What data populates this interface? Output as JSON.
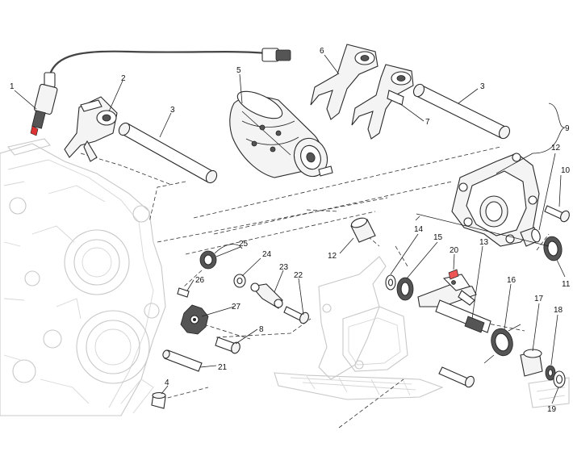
{
  "callouts": [
    {
      "id": "c1",
      "text": "1"
    },
    {
      "id": "c2",
      "text": "2"
    },
    {
      "id": "c3a",
      "text": "3"
    },
    {
      "id": "c3b",
      "text": "3"
    },
    {
      "id": "c4",
      "text": "4"
    },
    {
      "id": "c5",
      "text": "5"
    },
    {
      "id": "c6",
      "text": "6"
    },
    {
      "id": "c7",
      "text": "7"
    },
    {
      "id": "c8",
      "text": "8"
    },
    {
      "id": "c9",
      "text": "9"
    },
    {
      "id": "c10",
      "text": "10"
    },
    {
      "id": "c11",
      "text": "11"
    },
    {
      "id": "c12a",
      "text": "12"
    },
    {
      "id": "c12b",
      "text": "12"
    },
    {
      "id": "c13",
      "text": "13"
    },
    {
      "id": "c14",
      "text": "14"
    },
    {
      "id": "c15",
      "text": "15"
    },
    {
      "id": "c16",
      "text": "16"
    },
    {
      "id": "c17",
      "text": "17"
    },
    {
      "id": "c18",
      "text": "18"
    },
    {
      "id": "c19",
      "text": "19"
    },
    {
      "id": "c20",
      "text": "20"
    },
    {
      "id": "c21",
      "text": "21"
    },
    {
      "id": "c22",
      "text": "22"
    },
    {
      "id": "c23",
      "text": "23"
    },
    {
      "id": "c24",
      "text": "24"
    },
    {
      "id": "c25",
      "text": "25"
    },
    {
      "id": "c26",
      "text": "26"
    },
    {
      "id": "c27",
      "text": "27"
    }
  ]
}
